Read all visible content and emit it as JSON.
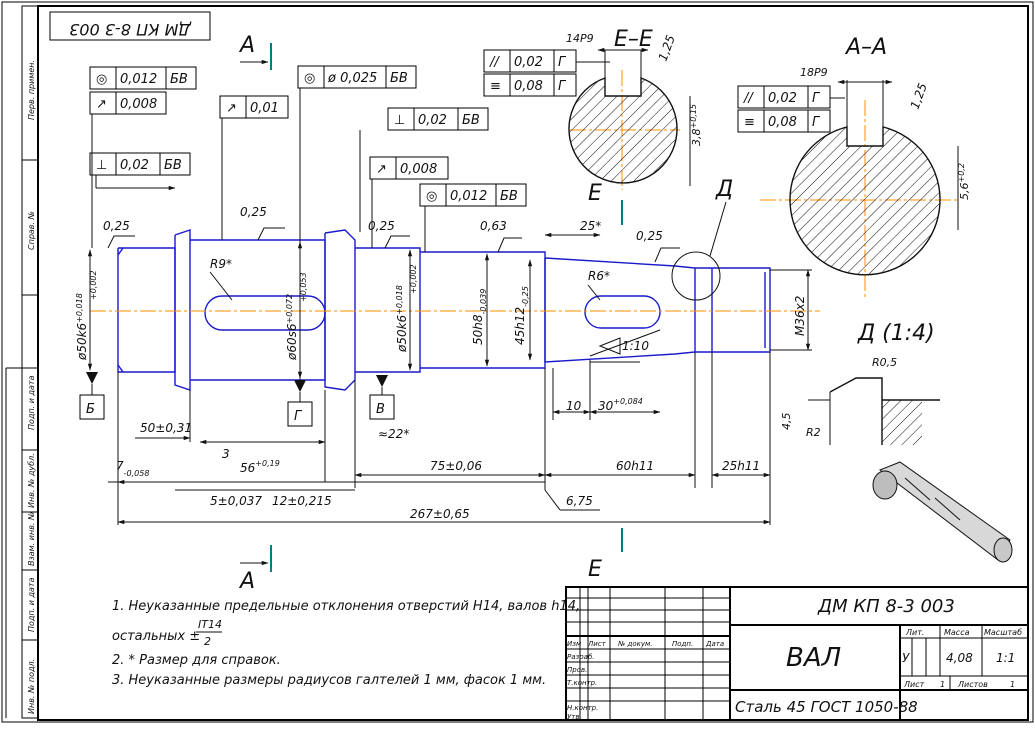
{
  "colors": {
    "paper": "#ffffff",
    "frame": "#000000",
    "part_contour": "#1a1acc",
    "axis_line": "#ff8c00",
    "dimension": "#222222",
    "hatching": "#111111",
    "cut_marker": "#008080"
  },
  "stamp_rotated": "ДМ КП 8-3 003",
  "side_strip_labels": [
    "Перв. примен.",
    "Справ. №",
    "Подп. и дата",
    "Инв. № дубл.",
    "Взам. инв. №",
    "Подп. и дата",
    "Инв. № подл."
  ],
  "section_marks": {
    "A_top": "А",
    "A_bottom": "А",
    "E_top": "Е",
    "E_bottom": "Е"
  },
  "view_titles": {
    "section_ee": "Е–Е",
    "section_aa": "А–А",
    "detail_d": "Д (1:4)",
    "detail_marker": "Д"
  },
  "tolerance_frames": [
    {
      "symbol": "◎",
      "value": "0,012",
      "base": "БВ"
    },
    {
      "symbol": "↗",
      "value": "0,008",
      "base": ""
    },
    {
      "symbol": "◎",
      "value": "ø 0,025",
      "base": "БВ"
    },
    {
      "symbol": "↗",
      "value": "0,01",
      "base": ""
    },
    {
      "symbol": "⊥",
      "value": "0,02",
      "base": "БВ"
    },
    {
      "symbol": "⊥",
      "value": "0,02",
      "base": "БВ"
    },
    {
      "symbol": "↗",
      "value": "0,008",
      "base": ""
    },
    {
      "symbol": "◎",
      "value": "0,012",
      "base": "БВ"
    },
    {
      "symbol": "//",
      "value": "0,02",
      "base": "Г"
    },
    {
      "symbol": "≡",
      "value": "0,08",
      "base": "Г"
    },
    {
      "symbol": "//",
      "value": "0,02",
      "base": "Г"
    },
    {
      "symbol": "≡",
      "value": "0,08",
      "base": "Г"
    }
  ],
  "datum_labels": [
    "Б",
    "Г",
    "В"
  ],
  "roughness": [
    "0,25",
    "0,25",
    "0,25",
    "0,63",
    "0,25",
    "1,25",
    "1,25"
  ],
  "dimensions": {
    "d1": "ø50k6",
    "d1_tol_up": "+0,018",
    "d1_tol_low": "+0,002",
    "d2": "ø60s6",
    "d2_tol_up": "+0,072",
    "d2_tol_low": "+0,053",
    "d3": "ø50k6",
    "d3_tol_up": "+0,018",
    "d3_tol_low": "+0,002",
    "d4": "50h8",
    "d4_tol": "-0,039",
    "d5": "45h12",
    "d5_tol": "-0,25",
    "thread": "М36x2",
    "r9": "R9*",
    "r6": "R6*",
    "taper": "1:10",
    "len_50": "50±0,31",
    "len_3": "3",
    "len_56": "56",
    "len_56_tol": "+0,19",
    "len_7": "7",
    "len_7_tol": "-0,058",
    "len_5": "5±0,037",
    "len_12": "12±0,215",
    "len_267": "267±0,65",
    "len_75": "75±0,06",
    "len_60": "60h11",
    "len_25h11": "25h11",
    "len_675": "6,75",
    "len_10": "10",
    "len_30": "30",
    "len_30_tol": "+0,084",
    "len_25": "25*",
    "len_22": "≈22*",
    "kw_ee": "14P9",
    "depth_ee": "3,8",
    "depth_ee_tol": "+0,15",
    "kw_aa": "18P9",
    "depth_aa": "5,6",
    "depth_aa_tol": "+0,2",
    "r05": "R0,5",
    "r2": "R2",
    "h45": "4,5"
  },
  "notes": [
    "1. Неуказанные предельные отклонения отверстий H14, валов h14,",
    "остальных ±",
    "IT14",
    "2",
    "2. * Размер для справок.",
    "3. Неуказанные размеры радиусов галтелей 1 мм, фасок 1 мм."
  ],
  "title_block": {
    "designation": "ДМ КП 8-3 003",
    "name": "ВАЛ",
    "material": "Сталь 45 ГОСТ 1050-88",
    "col_headers": [
      "Изм",
      "Лист",
      "№ докум.",
      "Подп.",
      "Дата"
    ],
    "row_labels": [
      "Разраб.",
      "Пров.",
      "Т.контр.",
      "Н.контр.",
      "Утв."
    ],
    "hdr_lit": "Лит.",
    "hdr_mass": "Масса",
    "hdr_scale": "Масштаб",
    "lit": "У",
    "mass": "4,08",
    "scale": "1:1",
    "sheet_label": "Лист",
    "sheet_num": "1",
    "sheets_label": "Листов",
    "sheets_num": "1"
  }
}
